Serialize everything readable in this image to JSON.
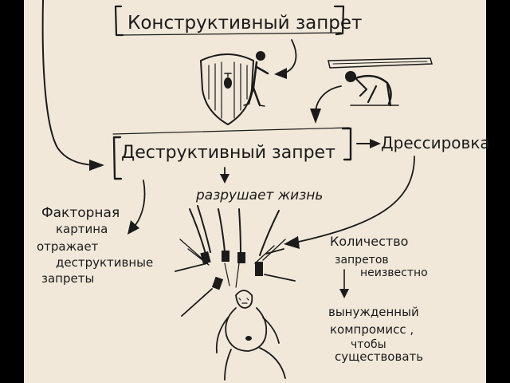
{
  "colors": {
    "paper": "#f1e8da",
    "ink": "#1b1b1b",
    "border": "#000000"
  },
  "boxes": {
    "constructive": "Конструктивный запрет",
    "destructive": "Деструктивный запрет"
  },
  "labels": {
    "training": "Дрессировка",
    "destroys_life": "разрушает жизнь"
  },
  "left_note": {
    "line1": "Факторная",
    "line2": "картина",
    "line3": "отражает",
    "line4": "деструктивные",
    "line5": "запреты"
  },
  "right_note": {
    "line1": "Количество",
    "line2": "запретов",
    "line3": "неизвестно",
    "line4": "вынужденный",
    "line5": "компромисс ,",
    "line6": "чтобы",
    "line7": "существовать"
  },
  "icons": [
    "shield-icon",
    "crouching-person-icon",
    "raised-stick-icon",
    "falling-swords-icon",
    "seated-person-icon"
  ]
}
